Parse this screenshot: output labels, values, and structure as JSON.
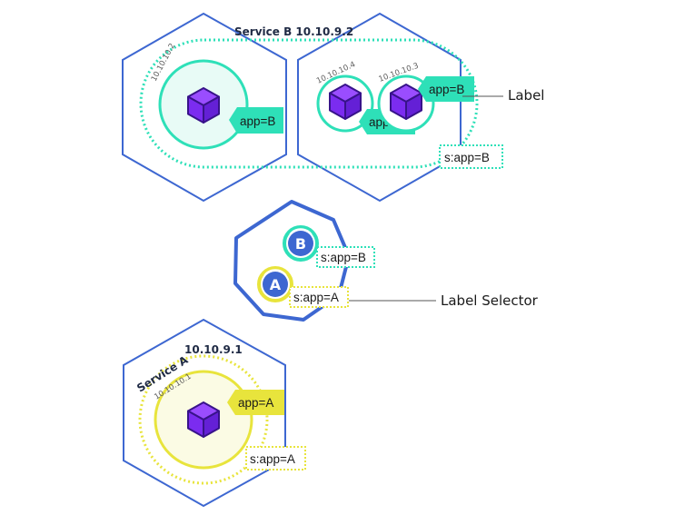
{
  "service_b": {
    "title": "Service B 10.10.9.2",
    "selector": "s:app=B"
  },
  "service_a": {
    "title": "Service A",
    "ip": "10.10.9.1",
    "selector": "s:app=A"
  },
  "pods": {
    "pod_b1": {
      "ip": "10.10.10.2",
      "label": "app=B"
    },
    "pod_b2": {
      "ip": "10.10.10.4",
      "label": "app=B"
    },
    "pod_b3": {
      "ip": "10.10.10.3",
      "label": "app=B"
    },
    "pod_a1": {
      "ip": "10.10.10.1",
      "label": "app=A"
    }
  },
  "selectors": {
    "b": {
      "letter": "B",
      "label": "s:app=B"
    },
    "a": {
      "letter": "A",
      "label": "s:app=A"
    }
  },
  "callouts": {
    "label": "Label",
    "label_selector": "Label Selector"
  },
  "colors": {
    "node_blue": "#3d67d1",
    "teal": "#2ee0b8",
    "teal_fill": "#e8fbf6",
    "yellow": "#e8e43c",
    "yellow_fill": "#fbfbe4",
    "cube": "#7b2cf0",
    "cube_dark": "#38138a"
  }
}
